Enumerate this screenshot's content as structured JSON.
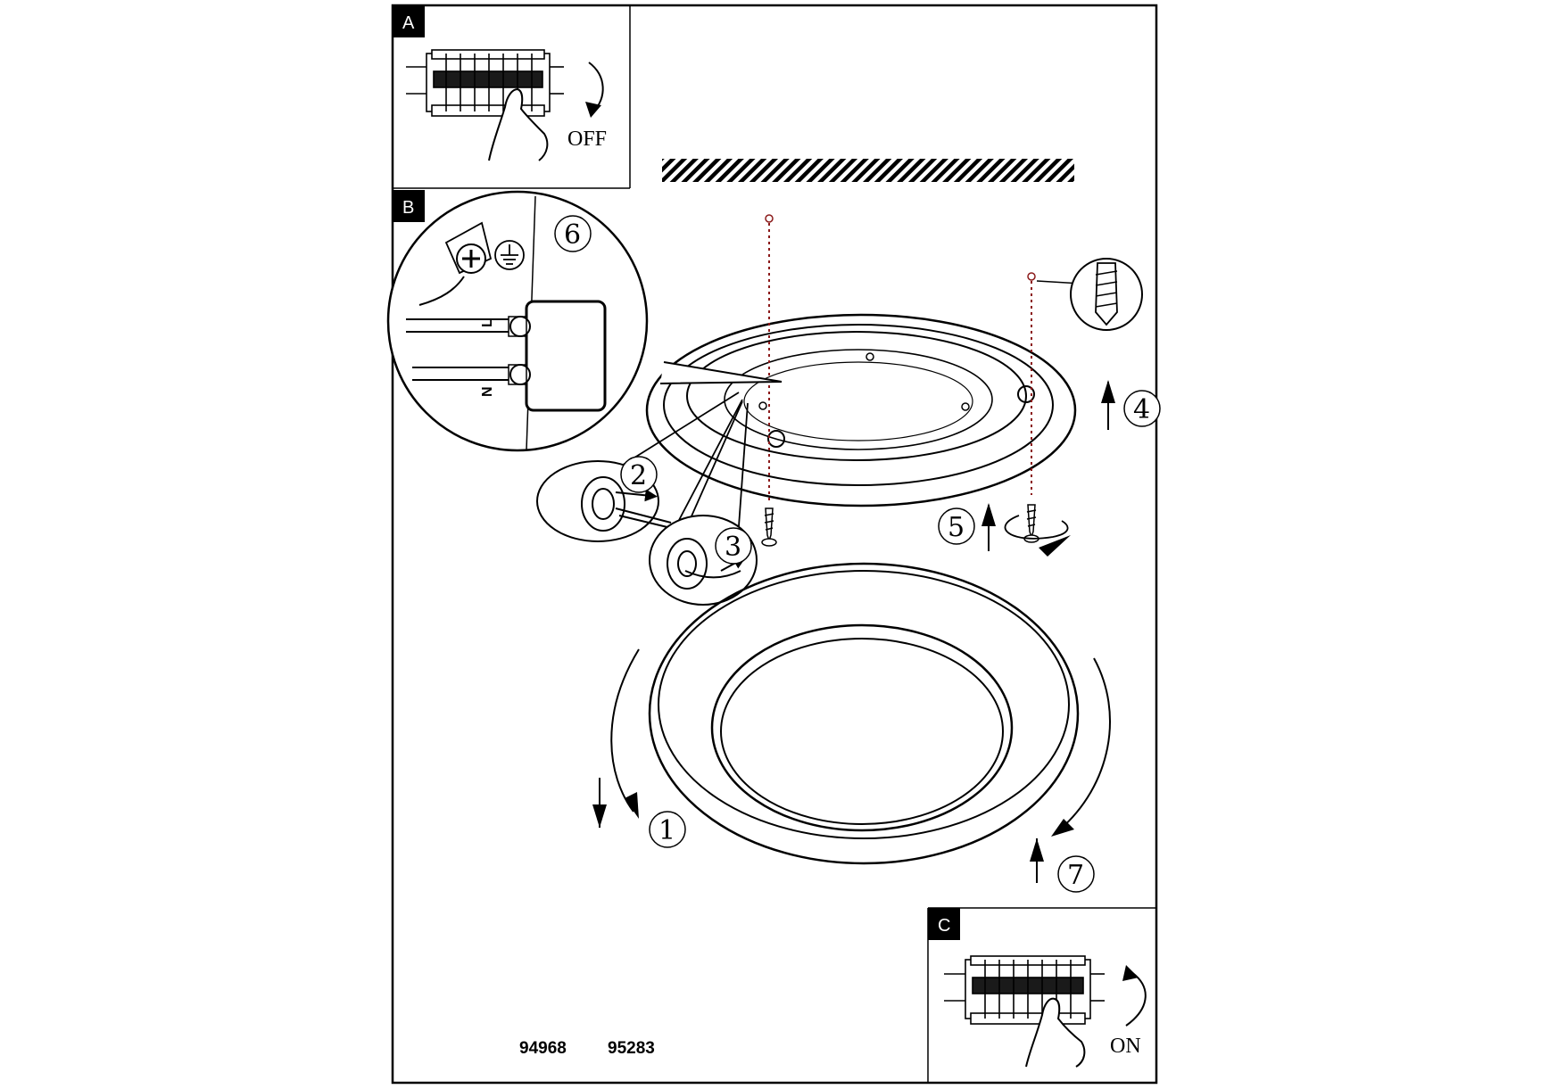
{
  "panels": {
    "a": {
      "badge": "A",
      "state_label": "OFF"
    },
    "b": {
      "badge": "B"
    },
    "c": {
      "badge": "C",
      "state_label": "ON"
    }
  },
  "terminals": {
    "live": "L",
    "neutral": "N"
  },
  "steps": [
    "1",
    "2",
    "3",
    "4",
    "5",
    "6",
    "7"
  ],
  "article_numbers": [
    "94968",
    "95283"
  ],
  "icons": {
    "earth": "earth-ground-icon",
    "breaker": "circuit-breaker-icon",
    "hand": "hand-icon",
    "screw": "screw-icon",
    "dowel": "wall-plug-icon"
  },
  "colors": {
    "drill_line": "#8b1a1a",
    "ink": "#000000"
  }
}
